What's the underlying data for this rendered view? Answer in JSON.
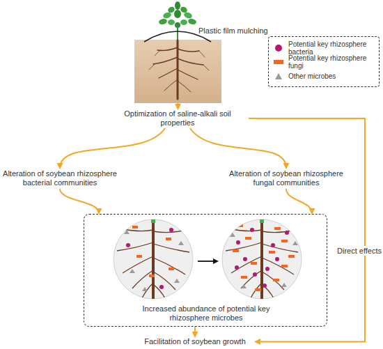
{
  "diagram": {
    "nodes": [
      {
        "text": [
          "Plastic film mulching"
        ]
      },
      {
        "text": [
          "Optimization of saline-alkali soil properties"
        ]
      },
      {
        "text": [
          "Alteration of soybean rhizosphere bacterial communities"
        ]
      },
      {
        "text": [
          "Alteration of soybean rhizosphere fungal communities"
        ]
      },
      {
        "text": [
          "Increased abundance of potential key rhizosphere microbes"
        ]
      },
      {
        "text": [
          "Facilitation of soybean growth"
        ]
      }
    ],
    "edges": [
      {
        "from": 0,
        "to": 1,
        "arrow": "to"
      },
      {
        "from": 1,
        "to": 2,
        "arrow": "to"
      },
      {
        "from": 1,
        "to": 3,
        "arrow": "to"
      },
      {
        "from": 2,
        "to": 4,
        "arrow": "to"
      },
      {
        "from": 3,
        "to": 4,
        "arrow": "to"
      },
      {
        "from": 4,
        "to": 5,
        "arrow": "to"
      },
      {
        "from": 1,
        "to": 5,
        "label": "Direct effects",
        "arrow": "to"
      }
    ],
    "legend": [
      {
        "text": "Potential key rhizosphere bacteria"
      },
      {
        "text": "Potential key rhizosphere fungi"
      },
      {
        "text": "Other microbes"
      }
    ]
  }
}
